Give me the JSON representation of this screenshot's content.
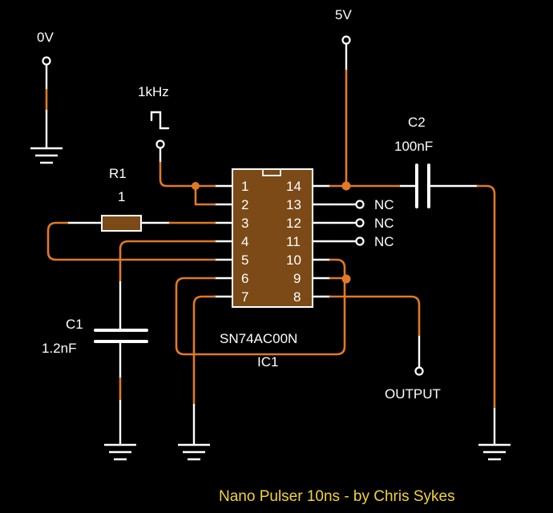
{
  "title": "Nano Pulser 10ns - by Chris Sykes",
  "rails": {
    "zero_volt": "0V",
    "five_volt": "5V"
  },
  "input_signal": "1kHz",
  "output_label": "OUTPUT",
  "resistor": {
    "ref": "R1",
    "value": "1"
  },
  "capacitors": [
    {
      "ref": "C1",
      "value": "1.2nF"
    },
    {
      "ref": "C2",
      "value": "100nF"
    }
  ],
  "ic": {
    "part": "SN74AC00N",
    "ref": "IC1",
    "left_pins": [
      "1",
      "2",
      "3",
      "4",
      "5",
      "6",
      "7"
    ],
    "right_pins": [
      "14",
      "13",
      "12",
      "11",
      "10",
      "9",
      "8"
    ]
  },
  "no_connect": [
    "NC",
    "NC",
    "NC"
  ],
  "colors": {
    "wire": "#e07a26",
    "ic_body": "#7b4a17",
    "title": "#f2d23a",
    "lines": "#ffffff"
  }
}
